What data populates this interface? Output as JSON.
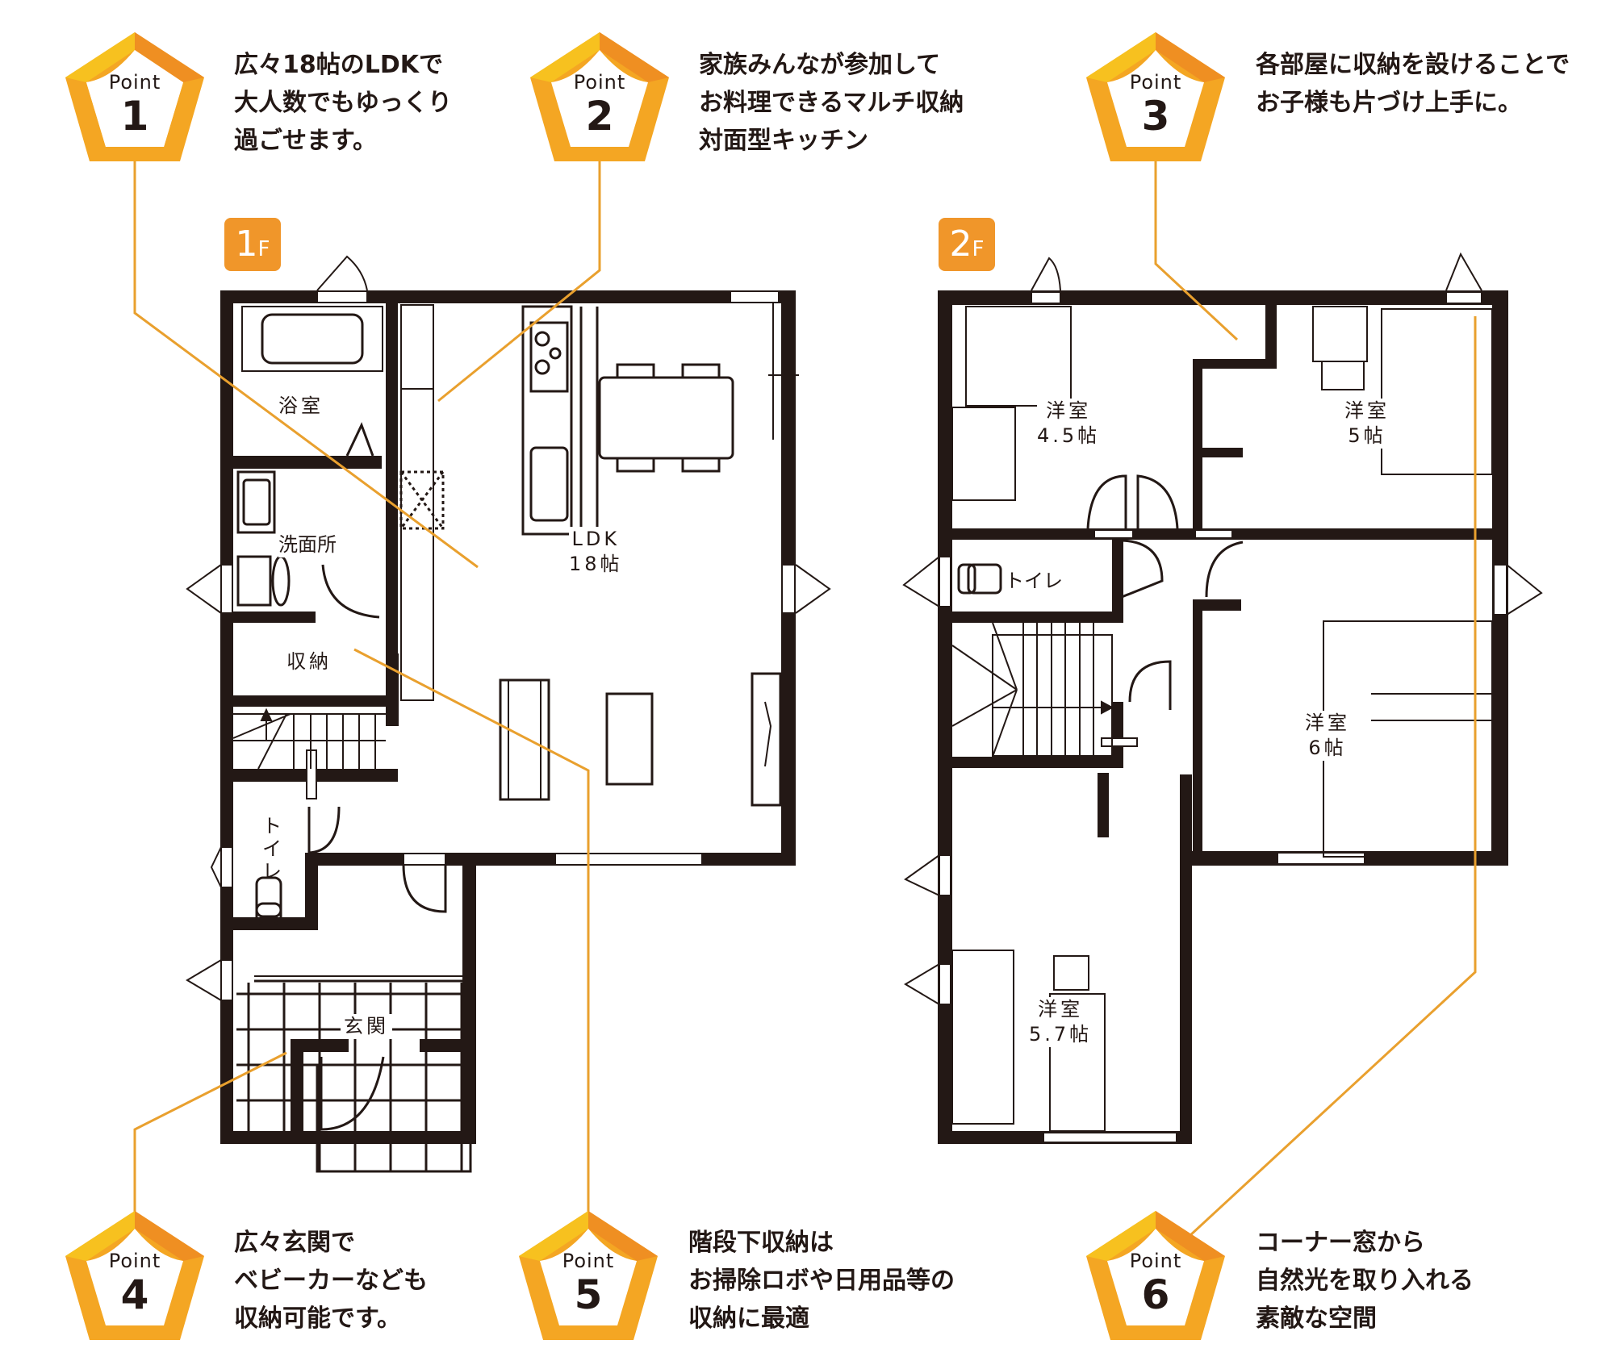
{
  "colors": {
    "accent": "#f0962a",
    "badge_light": "#f7c11f",
    "badge_dark": "#ee8a22",
    "wall": "#231815",
    "leader": "#e9a02e"
  },
  "points": [
    {
      "label": "Point",
      "number": "1",
      "lines": [
        "広々18帖のLDKで",
        "大人数でもゆっくり",
        "過ごせます。"
      ]
    },
    {
      "label": "Point",
      "number": "2",
      "lines": [
        "家族みんなが参加して",
        "お料理できるマルチ収納",
        "対面型キッチン"
      ]
    },
    {
      "label": "Point",
      "number": "3",
      "lines": [
        "各部屋に収納を設けることで",
        "お子様も片づけ上手に。"
      ]
    },
    {
      "label": "Point",
      "number": "4",
      "lines": [
        "広々玄関で",
        "ベビーカーなども",
        "収納可能です。"
      ]
    },
    {
      "label": "Point",
      "number": "5",
      "lines": [
        "階段下収納は",
        "お掃除ロボや日用品等の",
        "収納に最適"
      ]
    },
    {
      "label": "Point",
      "number": "6",
      "lines": [
        "コーナー窓から",
        "自然光を取り入れる",
        "素敵な空間"
      ]
    }
  ],
  "floors": [
    {
      "tag_num": "1",
      "tag_f": "F",
      "rooms": [
        {
          "name": "浴室"
        },
        {
          "name": "洗面所"
        },
        {
          "name": "収納"
        },
        {
          "name": "LDK",
          "size": "18帖"
        },
        {
          "name": "トイレ"
        },
        {
          "name": "玄関"
        }
      ]
    },
    {
      "tag_num": "2",
      "tag_f": "F",
      "rooms": [
        {
          "name": "洋室",
          "size": "4.5帖"
        },
        {
          "name": "洋室",
          "size": "5帖"
        },
        {
          "name": "トイレ"
        },
        {
          "name": "洋室",
          "size": "6帖"
        },
        {
          "name": "洋室",
          "size": "5.7帖"
        }
      ]
    }
  ]
}
